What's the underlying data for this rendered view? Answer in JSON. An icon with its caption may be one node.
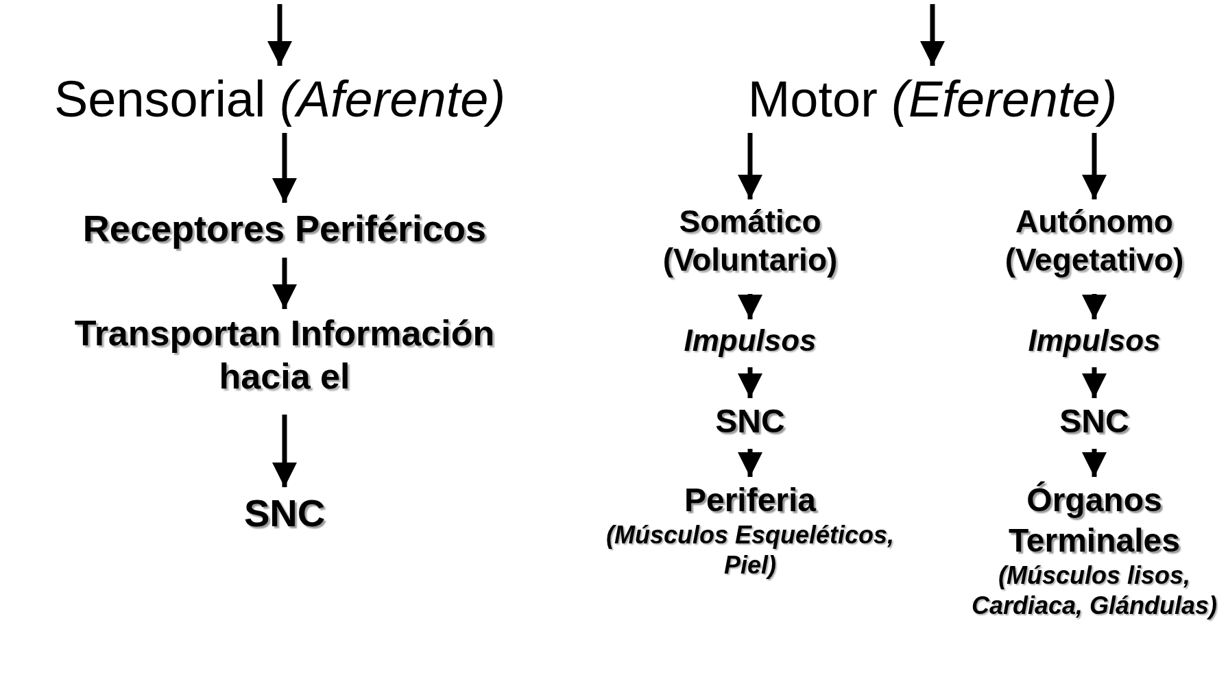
{
  "diagram": {
    "nodes": [
      {
        "text": [
          "Sensorial *(Aferente)*"
        ]
      },
      {
        "text": [
          "Receptores Periféricos"
        ]
      },
      {
        "text": [
          "Transportan Información hacia el"
        ]
      },
      {
        "text": [
          "SNC"
        ]
      },
      {
        "text": [
          "Motor *(Eferente)*"
        ]
      },
      {
        "text": [
          "Somático (Voluntario)"
        ]
      },
      {
        "text": [
          "Impulsos"
        ]
      },
      {
        "text": [
          "SNC"
        ]
      },
      {
        "text": [
          "Periferia",
          "(Músculos Esqueléticos, Piel)"
        ]
      },
      {
        "text": [
          "Autónomo (Vegetativo)"
        ]
      },
      {
        "text": [
          "Impulsos"
        ]
      },
      {
        "text": [
          "SNC"
        ]
      },
      {
        "text": [
          "Órganos Terminales",
          "(Músculos lisos, Cardiaca, Glándulas)"
        ]
      }
    ],
    "edges": [
      {
        "from": null,
        "to": 0,
        "arrow": "to"
      },
      {
        "from": 0,
        "to": 1,
        "arrow": "to"
      },
      {
        "from": 1,
        "to": 2,
        "arrow": "to"
      },
      {
        "from": 2,
        "to": 3,
        "arrow": "to"
      },
      {
        "from": null,
        "to": 4,
        "arrow": "to"
      },
      {
        "from": 4,
        "to": 5,
        "arrow": "to"
      },
      {
        "from": 4,
        "to": 9,
        "arrow": "to"
      },
      {
        "from": 5,
        "to": 6,
        "arrow": "to"
      },
      {
        "from": 6,
        "to": 7,
        "arrow": "to"
      },
      {
        "from": 7,
        "to": 8,
        "arrow": "to"
      },
      {
        "from": 9,
        "to": 10,
        "arrow": "to"
      },
      {
        "from": 10,
        "to": 11,
        "arrow": "to"
      },
      {
        "from": 11,
        "to": 12,
        "arrow": "to"
      }
    ]
  }
}
